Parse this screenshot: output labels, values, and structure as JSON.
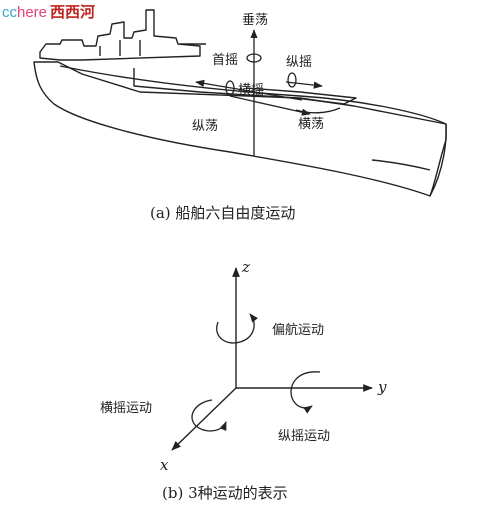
{
  "watermark": {
    "cc": "cc",
    "here": "here",
    "site": "西西河"
  },
  "ship_diagram": {
    "labels": {
      "heave": "垂荡",
      "yaw": "首摇",
      "pitch": "纵摇",
      "roll": "横摇",
      "surge": "纵荡",
      "sway": "横荡"
    },
    "caption": "(a) 船舶六自由度运动"
  },
  "axes_diagram": {
    "axis_labels": {
      "z": "z",
      "y": "y",
      "x": "x"
    },
    "labels": {
      "yaw_motion": "偏航运动",
      "roll_motion": "横摇运动",
      "pitch_motion": "纵摇运动"
    },
    "caption": "(b) 3种运动的表示"
  }
}
